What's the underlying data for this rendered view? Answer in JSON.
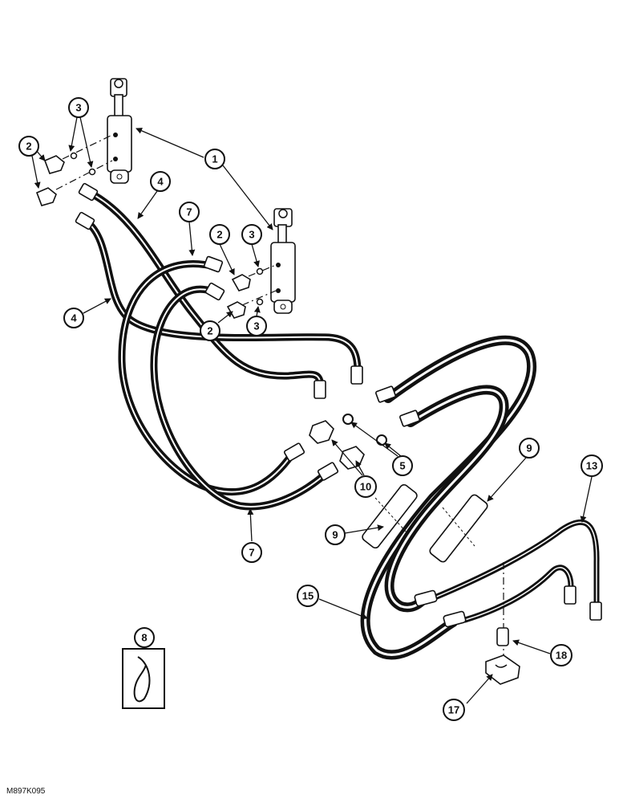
{
  "figure_code": "M897K095",
  "callouts": {
    "c1": "1",
    "c2a": "2",
    "c2b": "2",
    "c2c": "2",
    "c3a": "3",
    "c3b": "3",
    "c3c": "3",
    "c4a": "4",
    "c4b": "4",
    "c5": "5",
    "c7a": "7",
    "c7b": "7",
    "c8": "8",
    "c9a": "9",
    "c9b": "9",
    "c10": "10",
    "c13": "13",
    "c15": "15",
    "c17": "17",
    "c18": "18"
  }
}
